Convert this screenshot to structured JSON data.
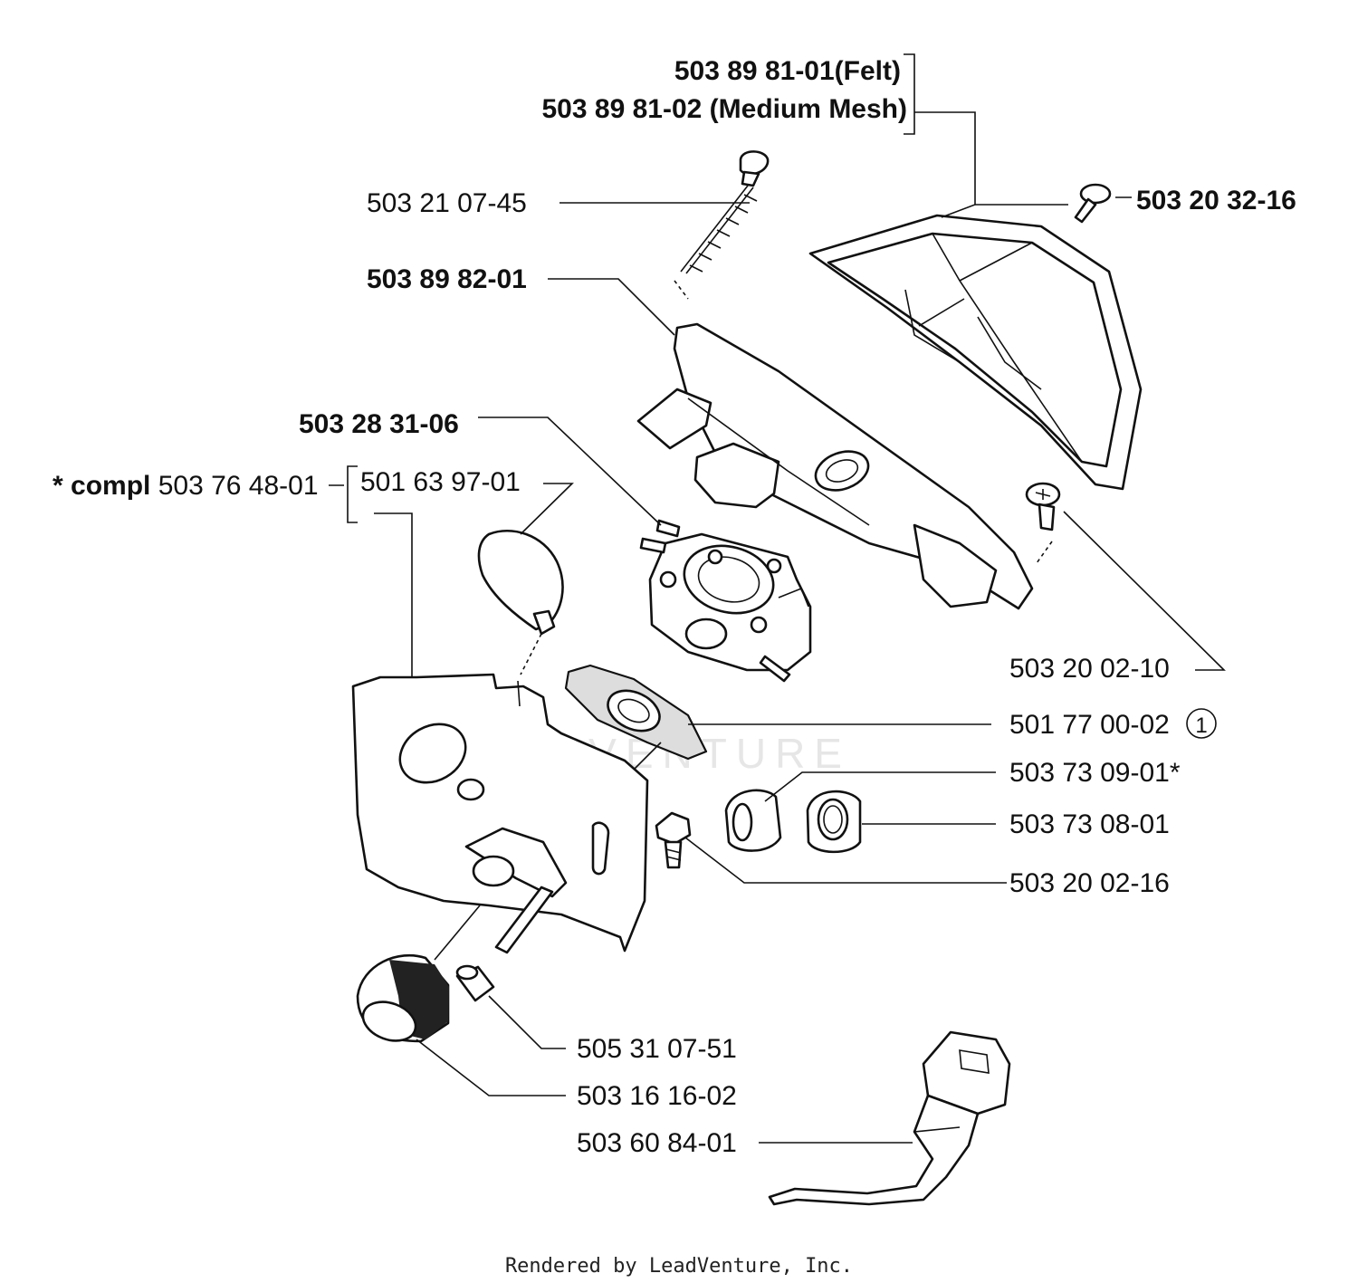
{
  "labels": {
    "felt": "503 89 81-01(Felt)",
    "medium_mesh": "503 89 81-02 (Medium Mesh)",
    "bolt": "503 21 07-45",
    "screw_top": "503 20 32-16",
    "holder": "503 89 82-01",
    "carburetor": "503 28 31-06",
    "compl_prefix": "* compl",
    "compl_number": "503 76 48-01",
    "cover": "501 63 97-01",
    "screw_right": "503 20 02-10",
    "gasket": "501 77 00-02",
    "gasket_callout": "1",
    "grommet_a": "503 73 09-01*",
    "grommet_b": "503 73 08-01",
    "screw_mid": "503 20 02-16",
    "spacer": "505 31 07-51",
    "sleeve": "503 16 16-02",
    "hose": "503 60 84-01"
  },
  "watermark": "LEADVENTURE",
  "footer": "Rendered by LeadVenture, Inc."
}
